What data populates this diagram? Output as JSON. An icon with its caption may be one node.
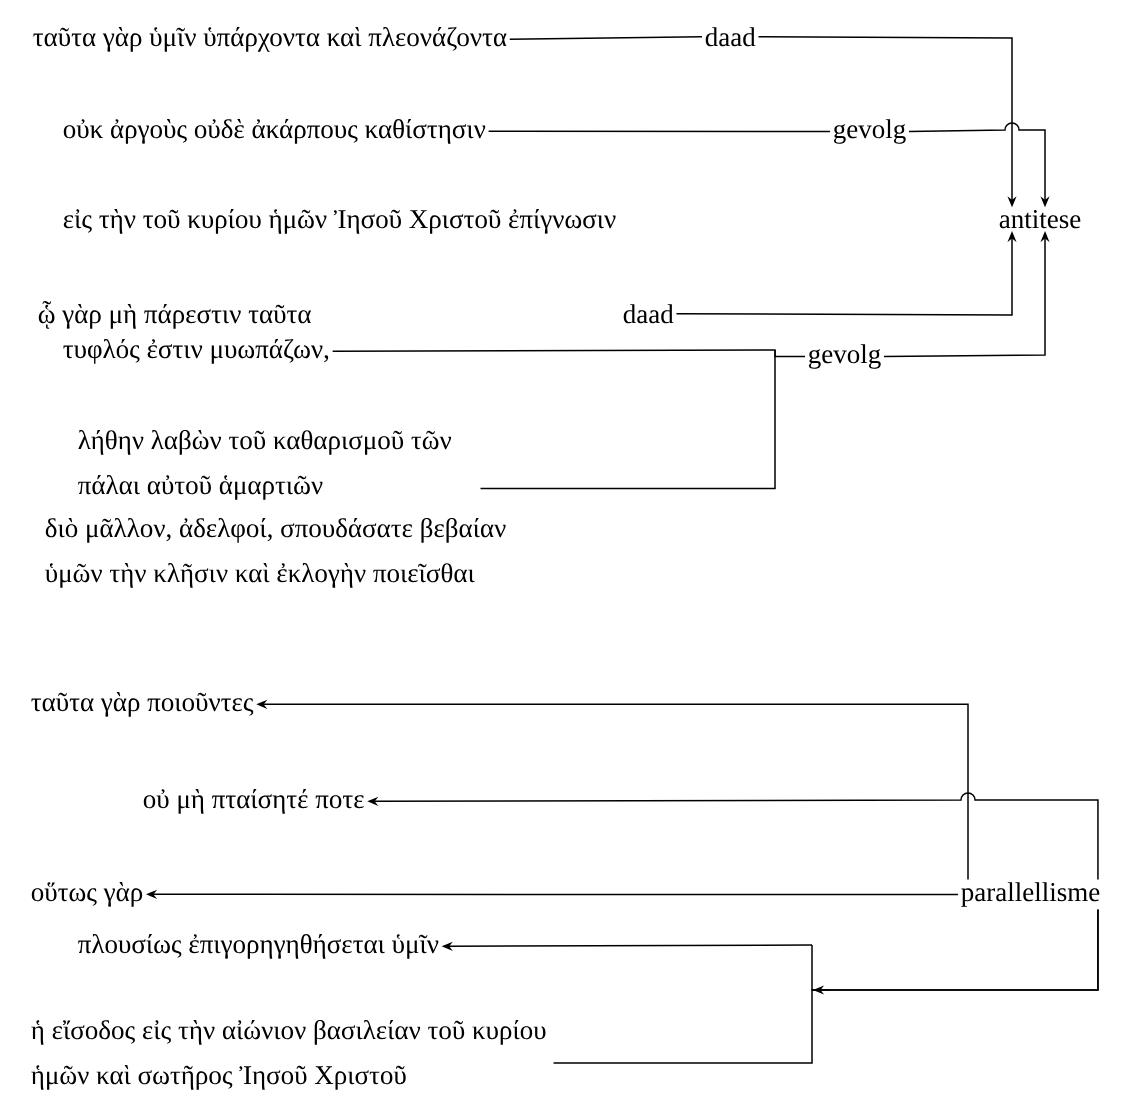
{
  "diagram": {
    "nodes": [
      {
        "text": [
          "ταῦτα γὰρ ὑμῖν ὑπάρχοντα καὶ πλεονάζοντα"
        ]
      },
      {
        "text": [
          "daad"
        ]
      },
      {
        "text": [
          "οὐκ ἀργοὺς οὐδὲ ἀκάρπους καθίστησιν"
        ]
      },
      {
        "text": [
          "gevolg"
        ]
      },
      {
        "text": [
          "antitese"
        ]
      },
      {
        "text": [
          "daad"
        ]
      },
      {
        "text": [
          "τυφλός ἐστιν μυωπάζων,"
        ]
      },
      {
        "text": [
          "gevolg"
        ]
      },
      {
        "text": [
          "λήθην λαβὼν τοῦ καθαρισμοῦ τῶν πάλαι αὐτοῦ ἁμαρτιῶν"
        ]
      },
      {
        "text": [
          "ταῦτα γὰρ ποιοῦντες"
        ]
      },
      {
        "text": [
          "οὐ μὴ πταίσητέ ποτε"
        ]
      },
      {
        "text": [
          "οὕτως γὰρ"
        ]
      },
      {
        "text": [
          "πλουσίως ἐπιγορηγηθήσεται ὑμῖν"
        ]
      },
      {
        "text": [
          "ἡ εἴσοδος εἰς τὴν αἰώνιον βασιλείαν τοῦ κυρίου ἡμῶν καὶ σωτῆρος Ἰησοῦ Χριστοῦ"
        ]
      },
      {
        "text": [
          "parallellisme"
        ]
      }
    ],
    "edges": [
      {
        "from": 0,
        "to": 1,
        "arrow": "none"
      },
      {
        "from": 2,
        "to": 3,
        "arrow": "none"
      },
      {
        "from": 1,
        "to": 4,
        "arrow": "to"
      },
      {
        "from": 3,
        "to": 4,
        "arrow": "to"
      },
      {
        "from": 5,
        "to": 4,
        "arrow": "to"
      },
      {
        "from": 7,
        "to": 4,
        "arrow": "to"
      },
      {
        "from": 6,
        "to": 7,
        "arrow": "none"
      },
      {
        "from": 8,
        "to": 7,
        "arrow": "none"
      },
      {
        "from": 14,
        "to": 9,
        "arrow": "to"
      },
      {
        "from": 14,
        "to": 10,
        "arrow": "to"
      },
      {
        "from": 14,
        "to": 11,
        "arrow": "to"
      },
      {
        "from": 14,
        "to": 12,
        "arrow": "to"
      },
      {
        "from": 14,
        "to": 13,
        "arrow": "none"
      }
    ],
    "labels": [
      "εἰς τὴν τοῦ κυρίου ἡμῶν Ἰησοῦ Χριστοῦ ἐπίγνωσιν",
      "ᾧ γὰρ μὴ πάρεστιν ταῦτα",
      "διὸ μᾶλλον, ἀδελφοί, σπουδάσατε βεβαίαν ὑμῶν τὴν κλῆσιν καὶ ἐκλογὴν ποιεῖσθαι"
    ]
  }
}
